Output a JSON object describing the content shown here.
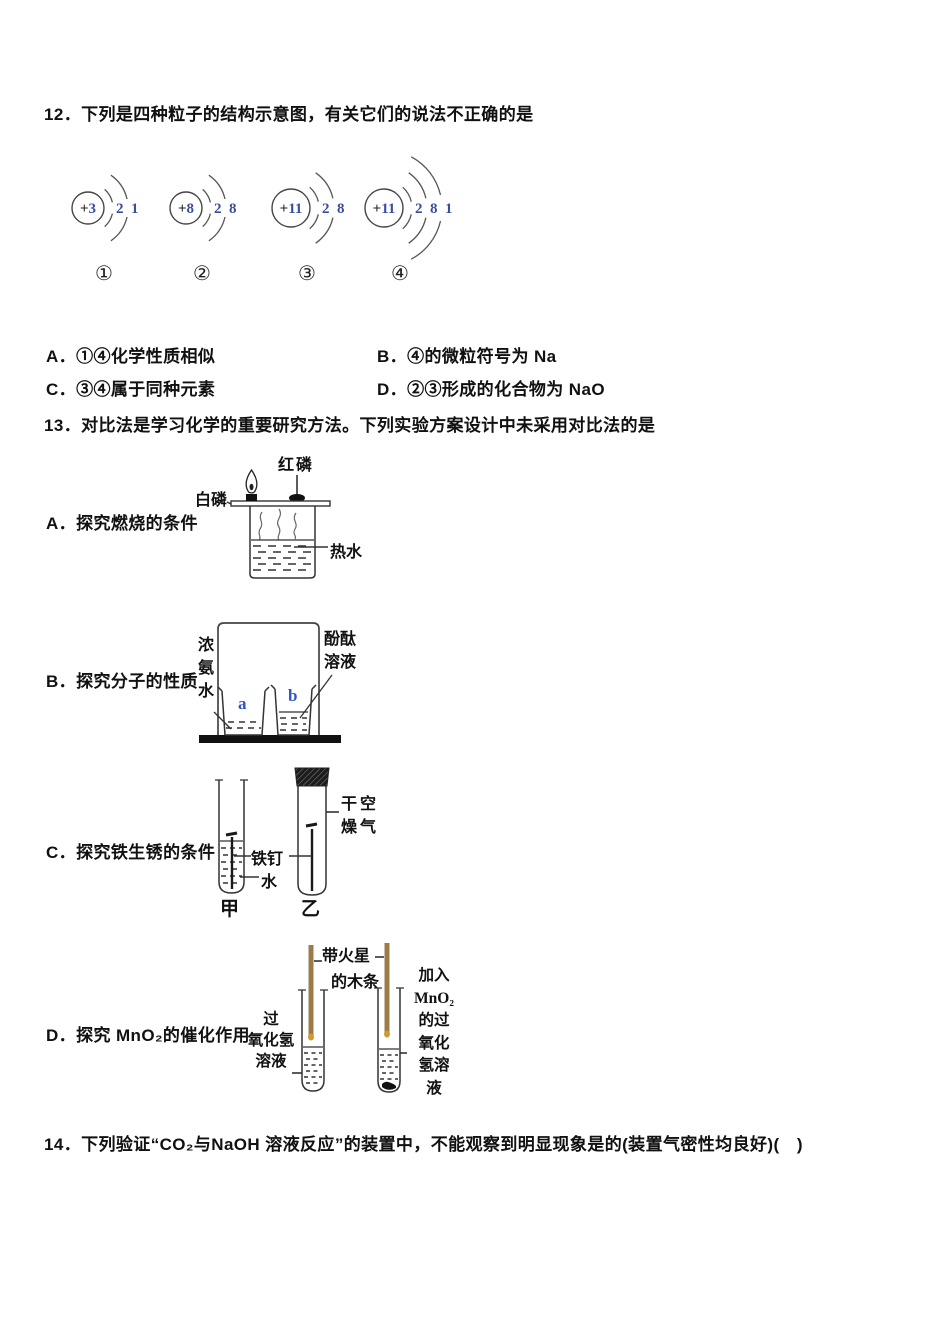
{
  "colors": {
    "ink": "#111111",
    "digit_blue": "#3b4da0",
    "letter_blue": "#2f55c0",
    "splint_brown": "#9b7c48",
    "stroke": "#444444"
  },
  "q12": {
    "stem": "12．下列是四种粒子的结构示意图，有关它们的说法不正确的是",
    "particles": [
      {
        "nucleus_sign": "+",
        "nucleus_num": "3",
        "shells": [
          "2",
          "1"
        ],
        "label": "①"
      },
      {
        "nucleus_sign": "+",
        "nucleus_num": "8",
        "shells": [
          "2",
          "8"
        ],
        "label": "②"
      },
      {
        "nucleus_sign": "+",
        "nucleus_num": "11",
        "shells": [
          "2",
          "8"
        ],
        "label": "③"
      },
      {
        "nucleus_sign": "+",
        "nucleus_num": "11",
        "shells": [
          "2",
          "8",
          "1"
        ],
        "label": "④"
      }
    ],
    "options": {
      "a": "A．①④化学性质相似",
      "b": "B．④的微粒符号为 Na",
      "c": "C．③④属于同种元素",
      "d": "D．②③形成的化合物为 NaO"
    }
  },
  "q13": {
    "stem": "13．对比法是学习化学的重要研究方法。下列实验方案设计中未采用对比法的是",
    "exp_a": {
      "label": "A．探究燃烧的条件",
      "red_phosphorus": "红磷",
      "white_phosphorus": "白磷",
      "hot_water": "热水"
    },
    "exp_b": {
      "label": "B．探究分子的性质",
      "ammonia": [
        "浓",
        "氨",
        "水"
      ],
      "phenolphthalein": [
        "酚酞",
        "溶液"
      ],
      "beaker_a": "a",
      "beaker_b": "b"
    },
    "exp_c": {
      "label": "C．探究铁生锈的条件",
      "dry_air": [
        "干空",
        "燥气"
      ],
      "iron_nail": "铁钉",
      "water": "水",
      "tube_left": "甲",
      "tube_right": "乙"
    },
    "exp_d": {
      "label": "D．探究 MnO₂的催化作用",
      "splint": [
        "带火星",
        "的木条"
      ],
      "h2o2": [
        "过",
        "氧化氢",
        "溶液"
      ],
      "mno2_h2o2": [
        "加入",
        "MnO₂",
        "的过",
        "氧化",
        "氢溶",
        "液"
      ]
    }
  },
  "q14": {
    "stem": "14．下列验证“CO₂与NaOH 溶液反应”的装置中，不能观察到明显现象是的(装置气密性均良好)(　)"
  }
}
